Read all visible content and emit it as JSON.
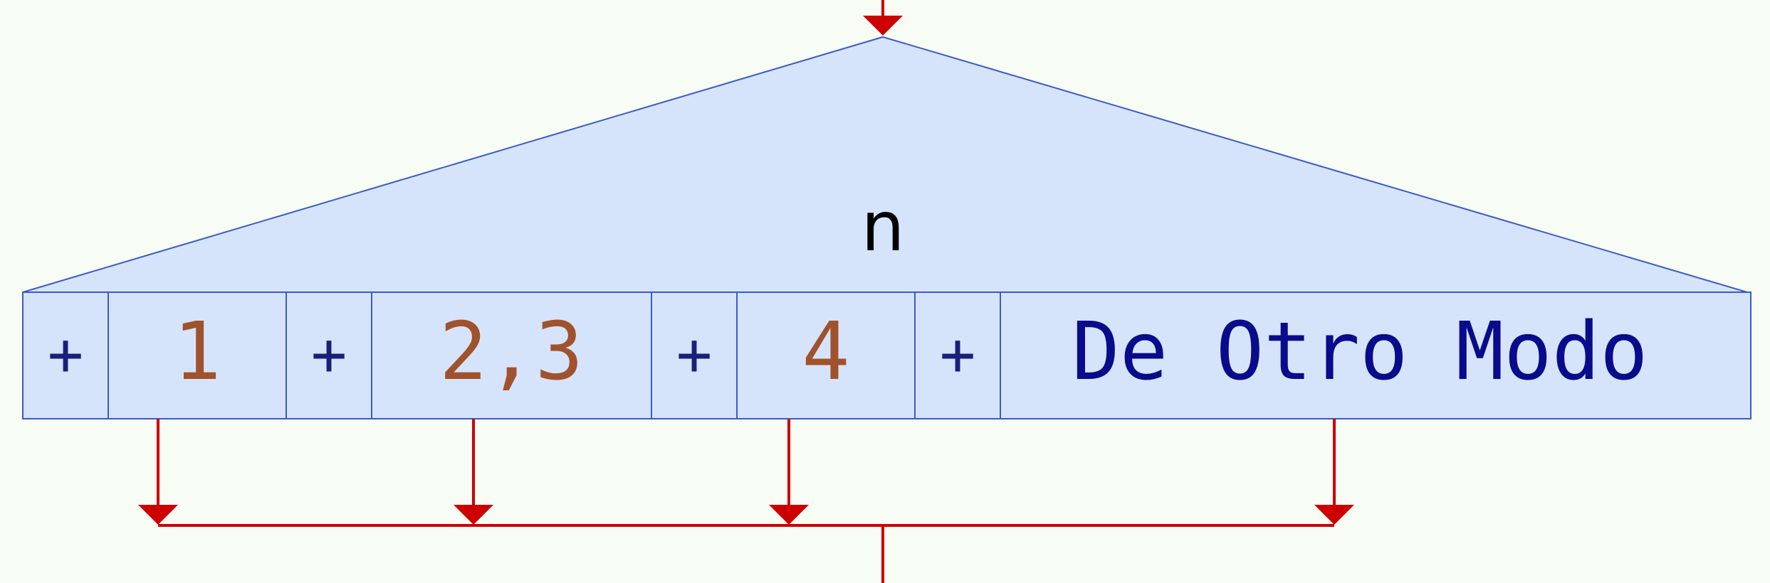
{
  "diagram": {
    "selector_variable": "n",
    "cases": [
      {
        "marker": "+",
        "label": "1"
      },
      {
        "marker": "+",
        "label": "2,3"
      },
      {
        "marker": "+",
        "label": "4"
      },
      {
        "marker": "+",
        "label": "De Otro Modo"
      }
    ]
  },
  "colors": {
    "background": "#f7fdf5",
    "block_fill": "#d6e4fb",
    "block_border": "#3a5bc7",
    "flow_arrow": "#cc0000",
    "marker_text": "#1a1f7a",
    "numeric_label": "#a0522d",
    "keyword_label": "#0a0a8c",
    "variable_text": "#000000"
  }
}
